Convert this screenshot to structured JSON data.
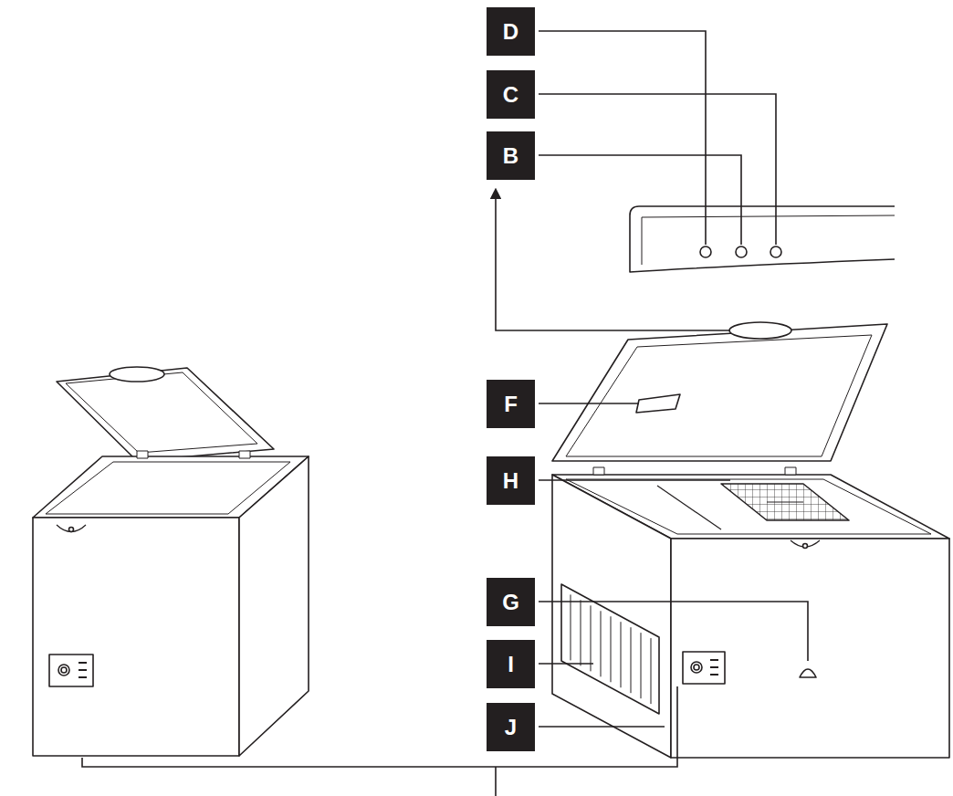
{
  "diagram": {
    "labels": [
      "D",
      "C",
      "B",
      "F",
      "H",
      "G",
      "I",
      "J"
    ]
  }
}
